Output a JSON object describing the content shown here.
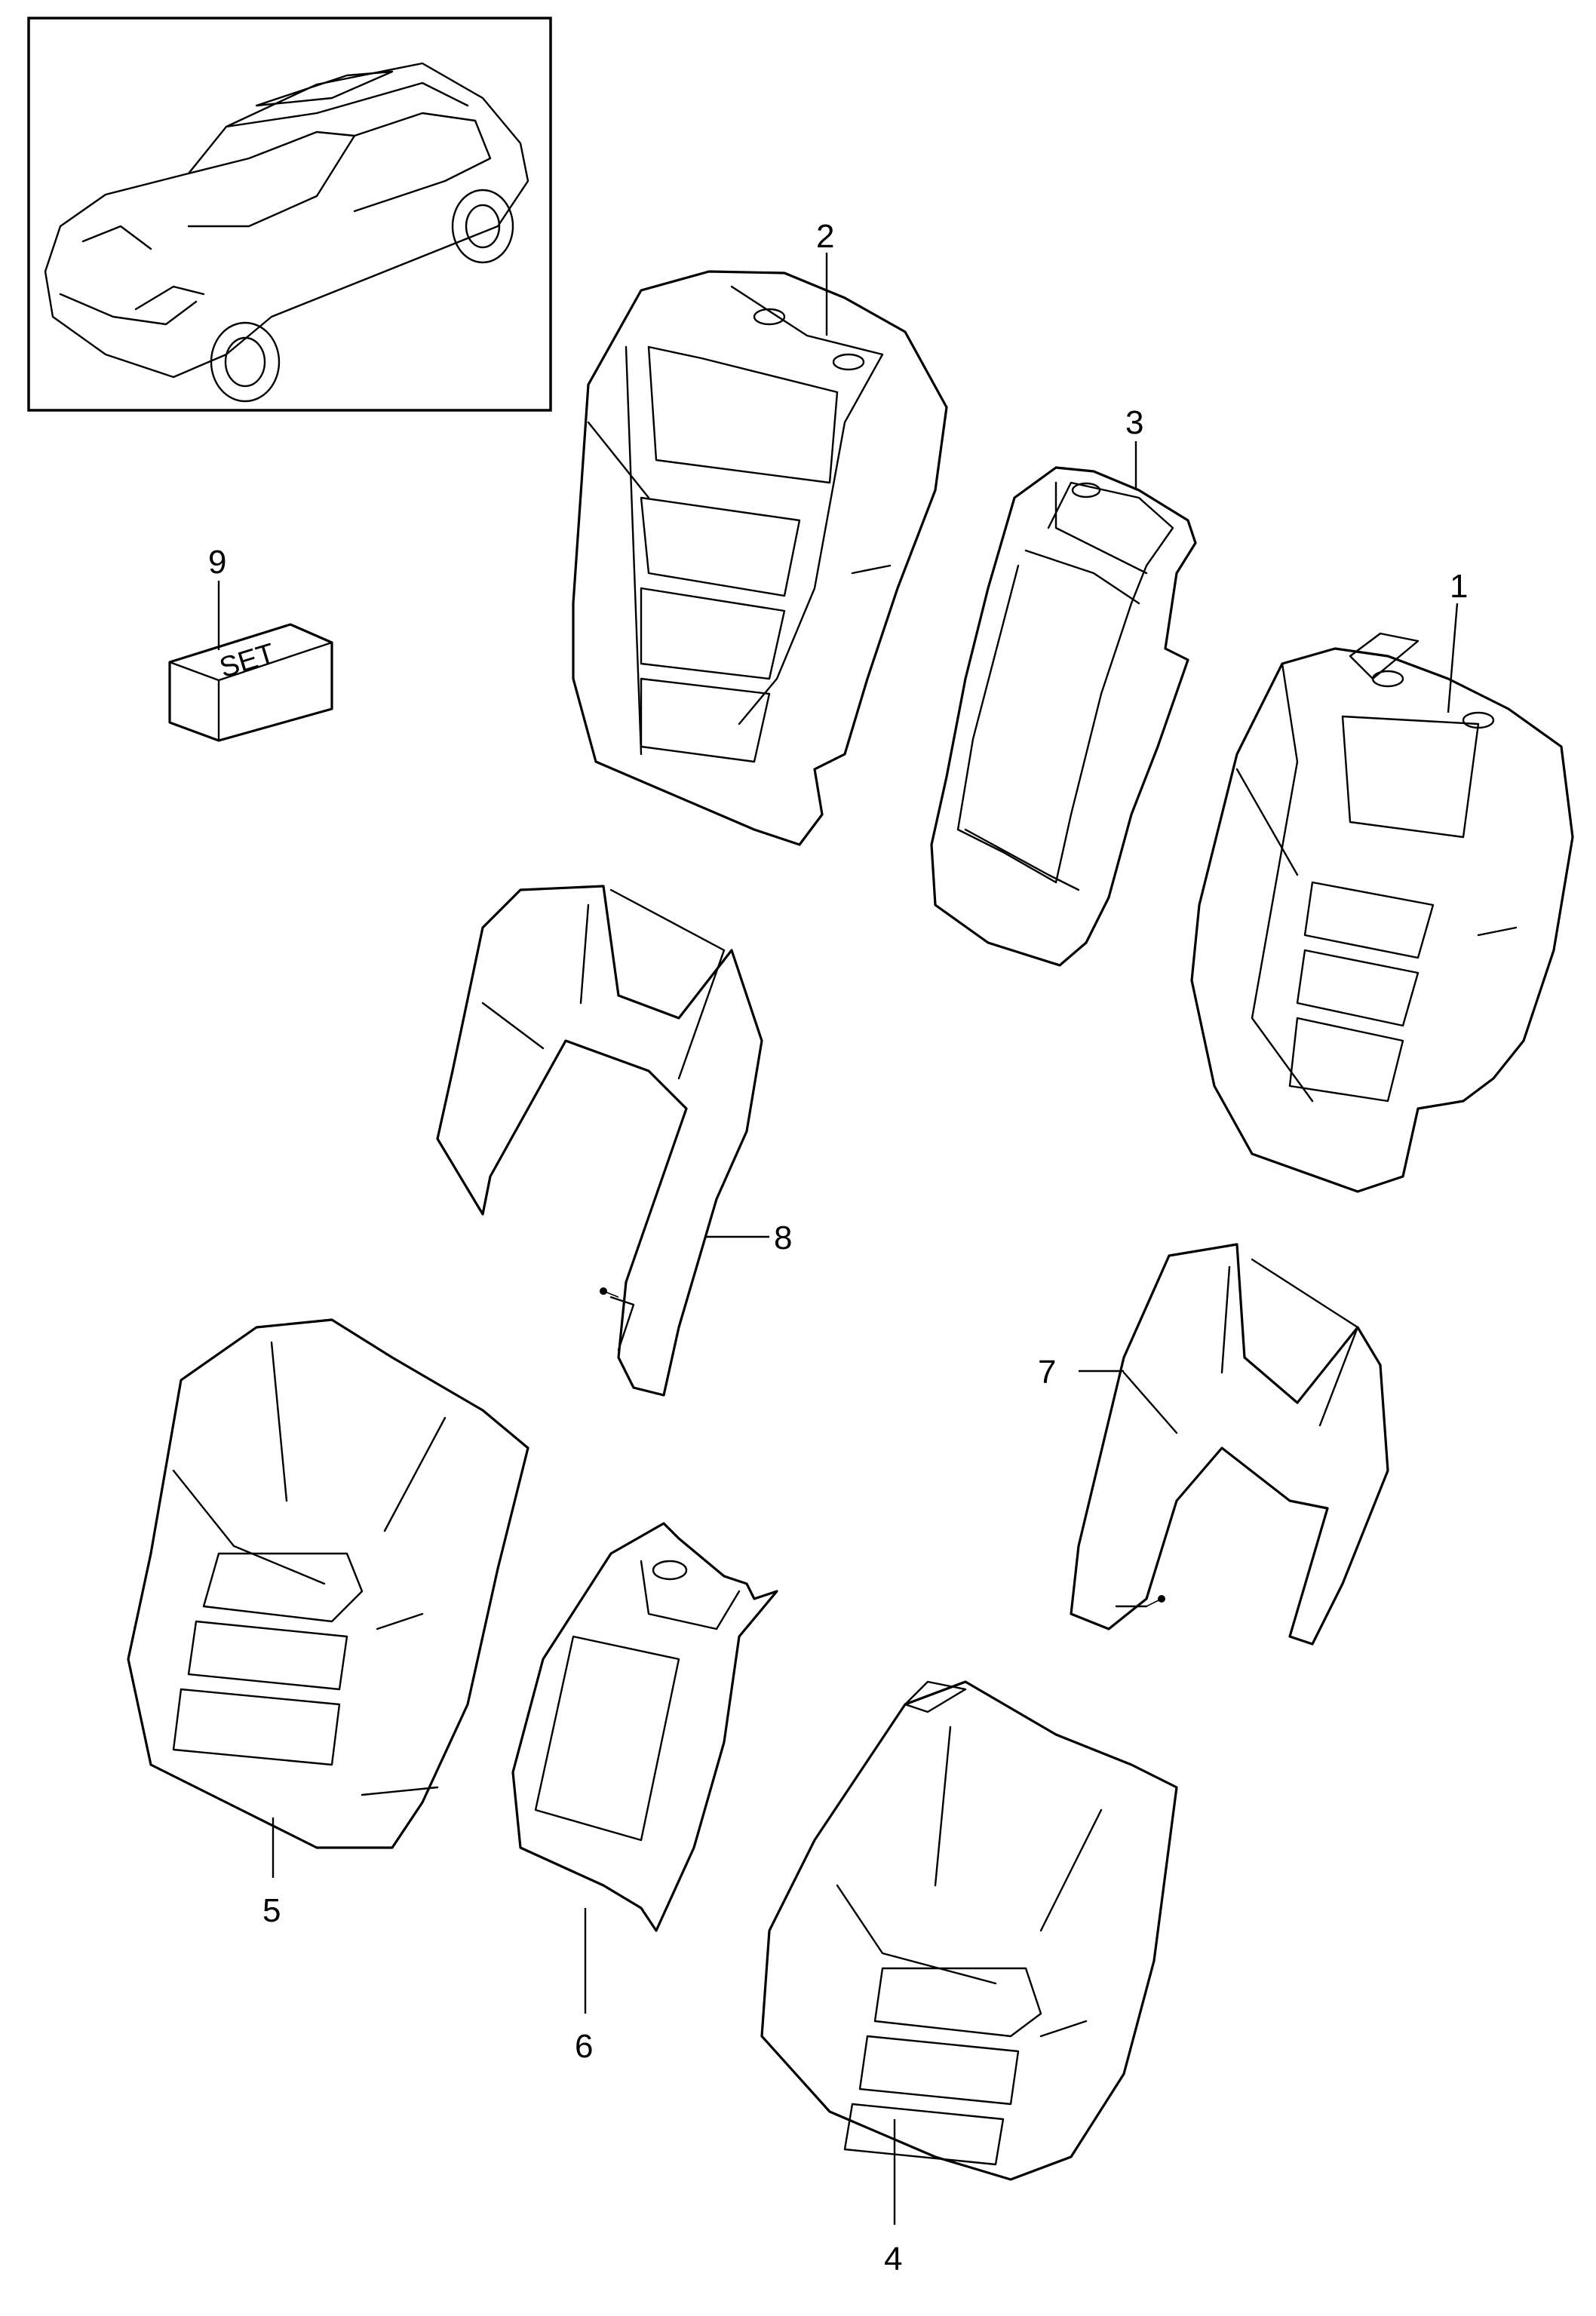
{
  "callouts": {
    "p1": "1",
    "p2": "2",
    "p3": "3",
    "p4": "4",
    "p5": "5",
    "p6": "6",
    "p7": "7",
    "p8": "8",
    "p9": "9"
  },
  "set_box_label": "SET",
  "colors": {
    "line": "#000000",
    "background": "#ffffff"
  }
}
